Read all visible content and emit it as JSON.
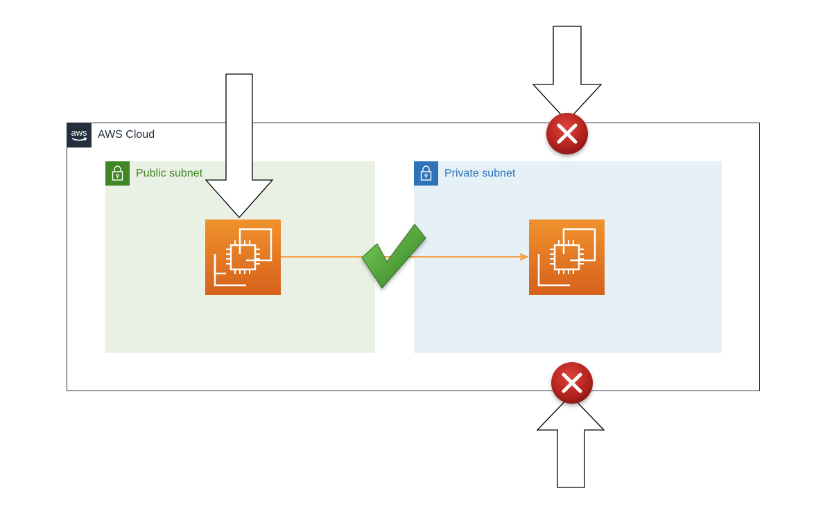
{
  "cloud": {
    "label": "AWS Cloud",
    "logo_text": "aws"
  },
  "subnets": {
    "public": {
      "label": "Public subnet"
    },
    "private": {
      "label": "Private subnet"
    }
  },
  "colors": {
    "public_subnet": "#3f8624",
    "private_subnet": "#2e73b8",
    "ec2_orange": "#e2711d",
    "connector": "#f4a147",
    "allowed": "#3d9a2f",
    "blocked": "#c0302c"
  },
  "icons": {
    "ec2": "ec2-instance-icon",
    "lock": "padlock-icon",
    "allowed": "checkmark-icon",
    "blocked": "x-circle-icon"
  }
}
